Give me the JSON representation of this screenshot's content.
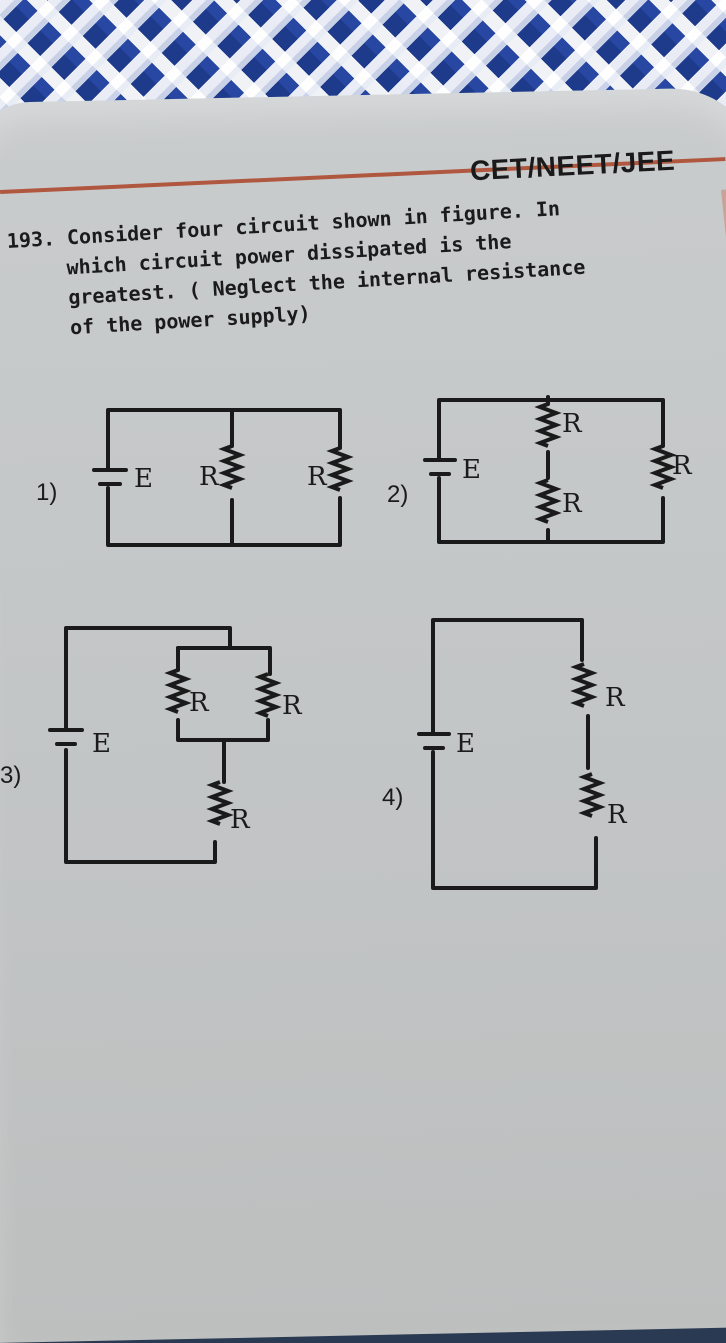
{
  "header_tag": "CET/NEET/JEE",
  "question": {
    "number": "193.",
    "lines": [
      "Consider four circuit shown in figure. In",
      "which circuit power dissipated is the",
      "greatest. ( Neglect the internal resistance",
      "of the power supply)"
    ]
  },
  "options": [
    {
      "label": "1)",
      "source": "E",
      "resistors": [
        "R",
        "R"
      ]
    },
    {
      "label": "2)",
      "source": "E",
      "resistors": [
        "R",
        "R",
        "R"
      ]
    },
    {
      "label": "3)",
      "source": "E",
      "resistors": [
        "R",
        "R",
        "R"
      ]
    },
    {
      "label": "4)",
      "source": "E",
      "resistors": [
        "R",
        "R"
      ]
    }
  ]
}
